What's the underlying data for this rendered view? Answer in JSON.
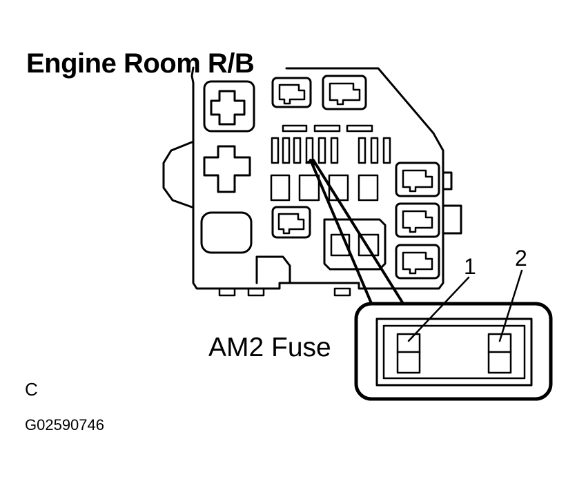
{
  "title": "Engine Room R/B",
  "callout": {
    "label": "AM2 Fuse",
    "pins": [
      "1",
      "2"
    ]
  },
  "corner_code": "C",
  "figure_id": "G02590746",
  "colors": {
    "line": "#000000",
    "background": "#ffffff"
  }
}
